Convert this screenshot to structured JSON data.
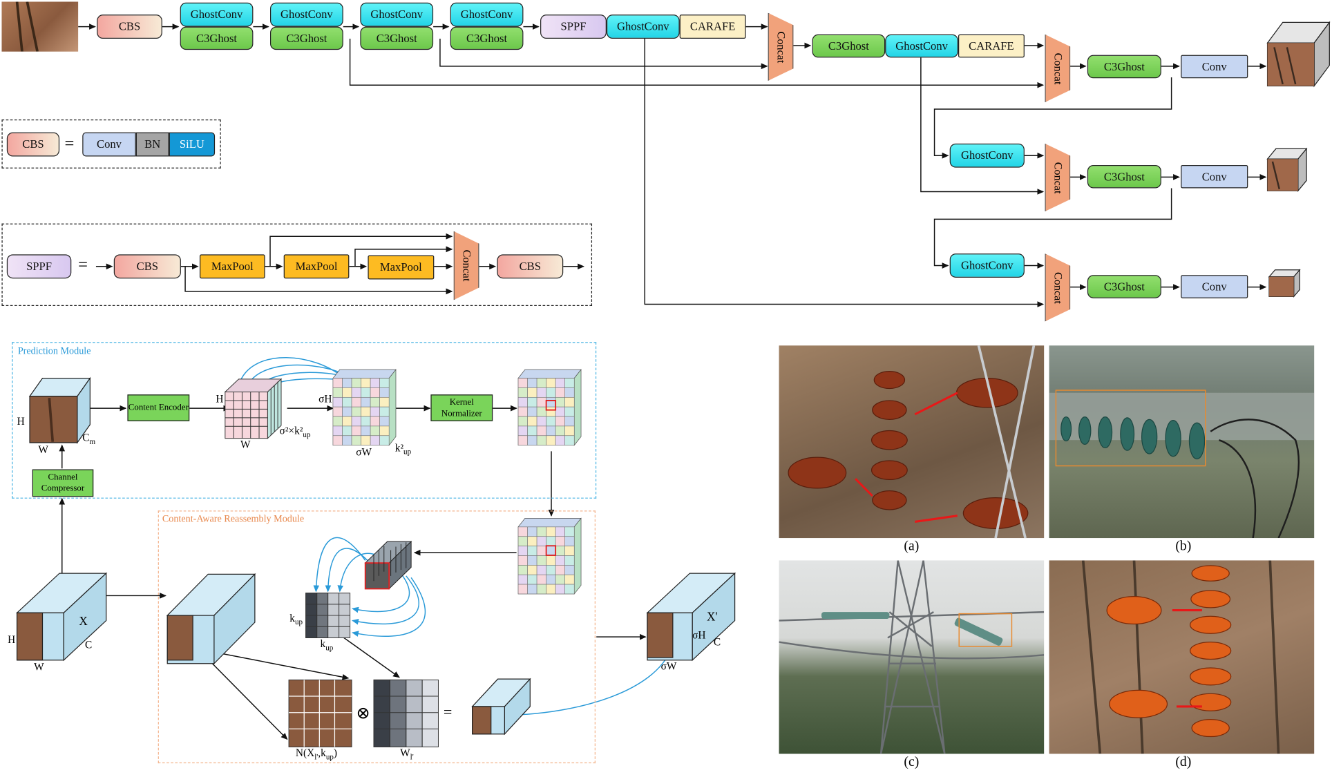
{
  "colors": {
    "green": "#7ad45a",
    "cyan": "#2fdcef",
    "cbs_pink": "#f3a7a0",
    "cbs_cream": "#f7ead6",
    "sppf_lilac": "#e4d6f5",
    "carafe_yellow": "#fcf0c6",
    "conv_blue": "#c6d6f2",
    "maxpool_orange": "#fdbb22",
    "bn_gray": "#a5a5a5",
    "silu_blue": "#1498d6",
    "concat_orange": "#f1a27b",
    "prediction_dash": "#47b3e3",
    "reassembly_dash": "#f3b48d"
  },
  "backbone": {
    "cbs": "CBS",
    "stages": [
      {
        "top": "GhostConv",
        "bottom": "C3Ghost"
      },
      {
        "top": "GhostConv",
        "bottom": "C3Ghost"
      },
      {
        "top": "GhostConv",
        "bottom": "C3Ghost"
      },
      {
        "top": "GhostConv",
        "bottom": "C3Ghost"
      }
    ],
    "sppf": "SPPF",
    "ghostconv": "GhostConv",
    "carafe": "CARAFE"
  },
  "neck": {
    "concat1": "Concat",
    "c3ghost": "C3Ghost",
    "ghostconv": "GhostConv",
    "carafe": "CARAFE",
    "concat2": "Concat"
  },
  "heads": [
    {
      "ghostconv": "",
      "concat": "Concat",
      "c3ghost": "C3Ghost",
      "conv": "Conv"
    },
    {
      "ghostconv": "GhostConv",
      "concat": "Concat",
      "c3ghost": "C3Ghost",
      "conv": "Conv"
    },
    {
      "ghostconv": "GhostConv",
      "concat": "Concat",
      "c3ghost": "C3Ghost",
      "conv": "Conv"
    }
  ],
  "cbs_legend": {
    "lhs": "CBS",
    "eq": "=",
    "conv": "Conv",
    "bn": "BN",
    "silu": "SiLU"
  },
  "sppf_legend": {
    "lhs": "SPPF",
    "eq": "=",
    "cbs_in": "CBS",
    "maxpool": [
      "MaxPool",
      "MaxPool",
      "MaxPool"
    ],
    "concat": "Concat",
    "cbs_out": "CBS"
  },
  "carafe": {
    "prediction_module": "Prediction Module",
    "reassembly_module": "Content-Aware Reassembly Module",
    "channel_compressor": "Channel Compressor",
    "content_encoder": "Content Encoder",
    "kernel_normalizer": "Kernel Normalizer",
    "labels": {
      "H1": "H",
      "W1": "W",
      "Cm": "C",
      "Cm_sub": "m",
      "H2": "H",
      "W2": "W",
      "sigk": "σ²×k²",
      "sigk_sub": "up",
      "sigH": "σH",
      "sigW": "σW",
      "k2": "k²",
      "k2_sub": "up",
      "X": "X",
      "XH": "H",
      "XW": "W",
      "XC": "C",
      "kup_v": "k",
      "kup_v_sub": "up",
      "kup_h": "k",
      "kup_h_sub": "up",
      "N": "N(X",
      "N_sub1": "l'",
      "N_mid": ",k",
      "N_sub2": "up",
      "N_end": ")",
      "otimes": "⊗",
      "equals": "=",
      "Wl": "W",
      "Wl_sub": "l'",
      "Xp": "X'",
      "XpH": "σH",
      "XpW": "σW",
      "XpC": "C"
    }
  },
  "photos": [
    {
      "caption": "(a)"
    },
    {
      "caption": "(b)"
    },
    {
      "caption": "(c)"
    },
    {
      "caption": "(d)"
    }
  ]
}
